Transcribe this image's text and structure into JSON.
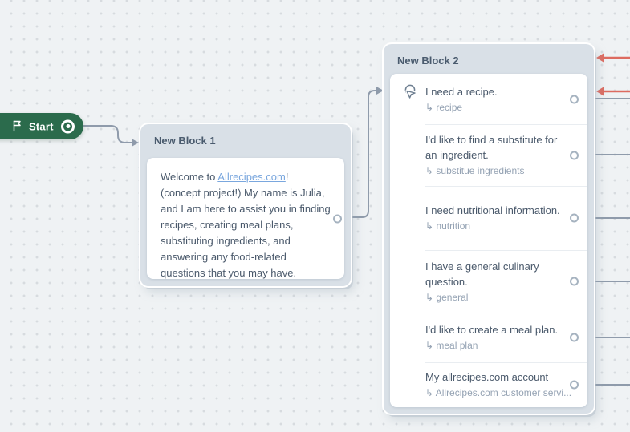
{
  "canvas": {
    "background": "#eff2f4",
    "dot_color": "#d7dbdf",
    "connector_gray": "#8f9bab",
    "connector_red": "#dd6b60",
    "start_green": "#2b6b4c"
  },
  "start_node": {
    "label": "Start",
    "icon": "flag-icon"
  },
  "block1": {
    "title": "New Block 1",
    "text_before": "Welcome to ",
    "link_text": "Allrecipes.com",
    "text_after": "! (concept project!) My name is Julia, and I am here to assist you in finding recipes, creating meal plans, substituting ingredients, and answering any food-related questions that you may have."
  },
  "block2": {
    "title": "New Block 2",
    "items": [
      {
        "label": "I need a recipe.",
        "target": "↳ recipe",
        "icon": "cursor-click-icon"
      },
      {
        "label": "I'd like to find a substitute for an ingredient.",
        "target": "↳ substitue ingredients"
      },
      {
        "label": "I need nutritional information.",
        "target": "↳ nutrition"
      },
      {
        "label": "I have a general culinary question.",
        "target": "↳ general"
      },
      {
        "label": "I'd like to create a meal plan.",
        "target": "↳ meal plan"
      },
      {
        "label": "My allrecipes.com account",
        "target": "↳ Allrecipes.com customer servi..."
      }
    ]
  }
}
